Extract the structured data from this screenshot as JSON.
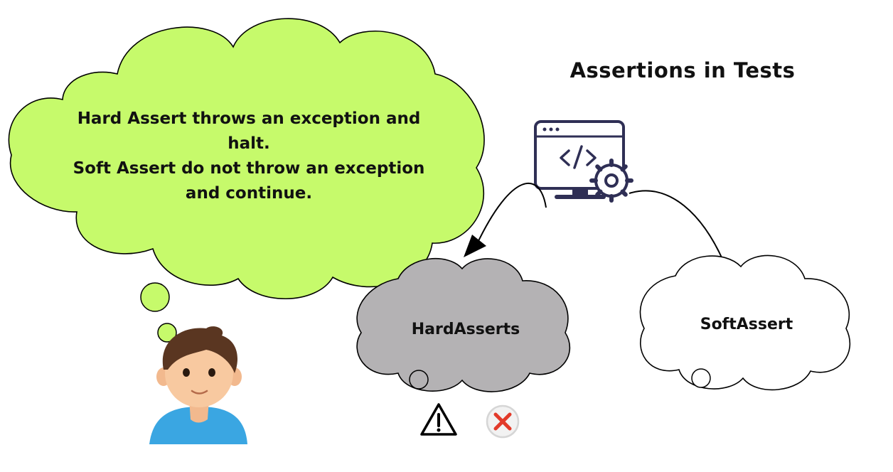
{
  "title": "Assertions in Tests",
  "thought_bubble": {
    "lines": [
      "Hard Assert throws an exception and",
      "halt.",
      "Soft Assert do not throw an exception",
      "and continue."
    ]
  },
  "nodes": {
    "hard": {
      "label": "HardAsserts"
    },
    "soft": {
      "label": "SoftAssert"
    }
  },
  "icons": {
    "computer": "code-window-gear-icon",
    "warning": "warning-triangle-icon",
    "error": "red-x-circle-icon",
    "person": "boy-avatar"
  },
  "colors": {
    "bubble_fill": "#c6fa6b",
    "hard_cloud_fill": "#b4b2b4",
    "soft_cloud_fill": "#ffffff",
    "icon_stroke": "#2f2f55",
    "error_red": "#e23a2a",
    "shirt_blue": "#3aa6e2",
    "hair_brown": "#5a3621"
  }
}
